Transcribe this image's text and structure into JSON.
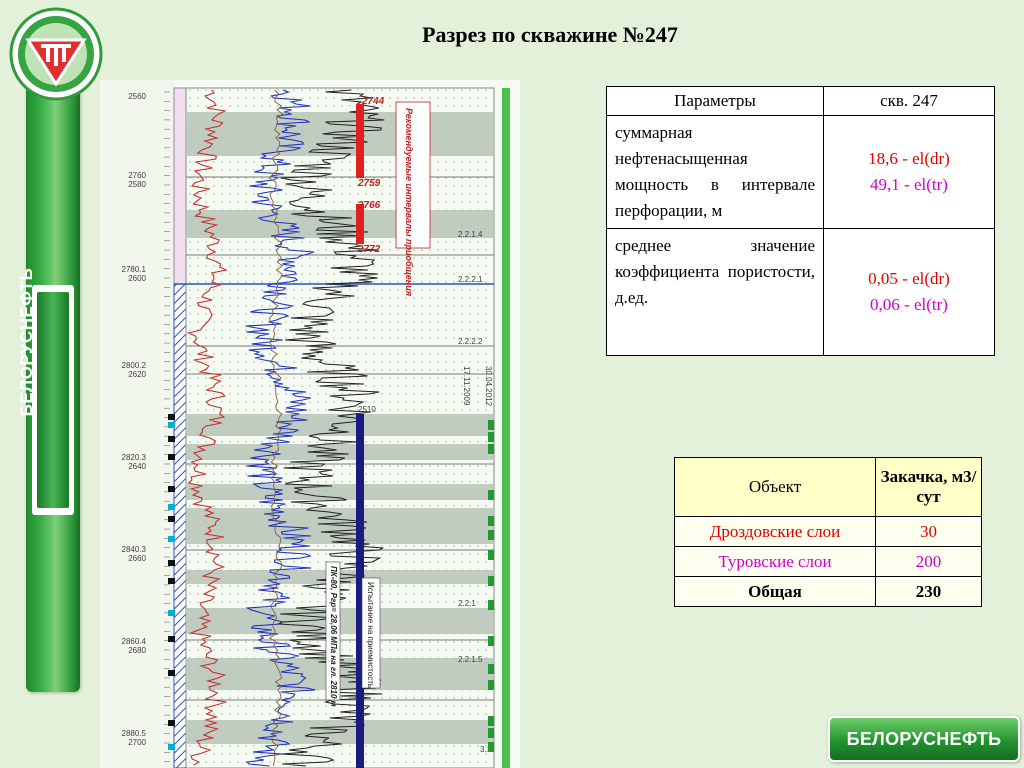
{
  "title": "Разрез по скважине №247",
  "brand": {
    "sidebar_text": "БЕЛОРУСНЕФТЬ",
    "bottom_logo_text": "БЕЛОРУСНЕФТЬ"
  },
  "colors": {
    "accent_green": "#2f9b3a",
    "dr": "#e00000",
    "tr": "#d000d0"
  },
  "parameters_table": {
    "header": [
      "Параметры",
      "скв. 247"
    ],
    "rows": [
      {
        "label": "суммарная нефтенасыщенная мощность в интервале перфорации, м",
        "value_dr": "18,6 - el(dr)",
        "value_tr": "49,1 - el(tr)"
      },
      {
        "label": "среднее значение коэффициента пористости, д.ед.",
        "value_dr": "0,05 - el(dr)",
        "value_tr": "0,06 - el(tr)"
      }
    ]
  },
  "injection_table": {
    "header": [
      "Объект",
      "Закачка, м3/сут"
    ],
    "rows": [
      {
        "object": "Дроздовские слои",
        "value": "30"
      },
      {
        "object": "Туровские слои",
        "value": "200"
      },
      {
        "object": "Общая",
        "value": "230"
      }
    ]
  },
  "log": {
    "depth_labels": [
      {
        "md": "",
        "tvd": "2560"
      },
      {
        "md": "2760",
        "tvd": "2580"
      },
      {
        "md": "2780.1",
        "tvd": "2600"
      },
      {
        "md": "2800.2",
        "tvd": "2620"
      },
      {
        "md": "2820.3",
        "tvd": "2640"
      },
      {
        "md": "2840.3",
        "tvd": "2660"
      },
      {
        "md": "2860.4",
        "tvd": "2680"
      },
      {
        "md": "2880.5",
        "tvd": "2700"
      }
    ],
    "perforation_marks": [
      "2744",
      "2759",
      "2766",
      "2772"
    ],
    "recommended_label": "Рекомендуемые интервалы приобщения",
    "test_label": "Испытание на приемистость",
    "pk_label": "ПК-80, Pгр= 28,06 МПа на гл. 2810 м",
    "dates": [
      "17.11.2009",
      "30.04.2012"
    ],
    "top_mark": "2510",
    "layer_codes": [
      "2.2.1.4",
      "2.2.2.1",
      "2.2.2.2",
      "2.2.1",
      "2.2.1.5",
      "3.1"
    ]
  }
}
